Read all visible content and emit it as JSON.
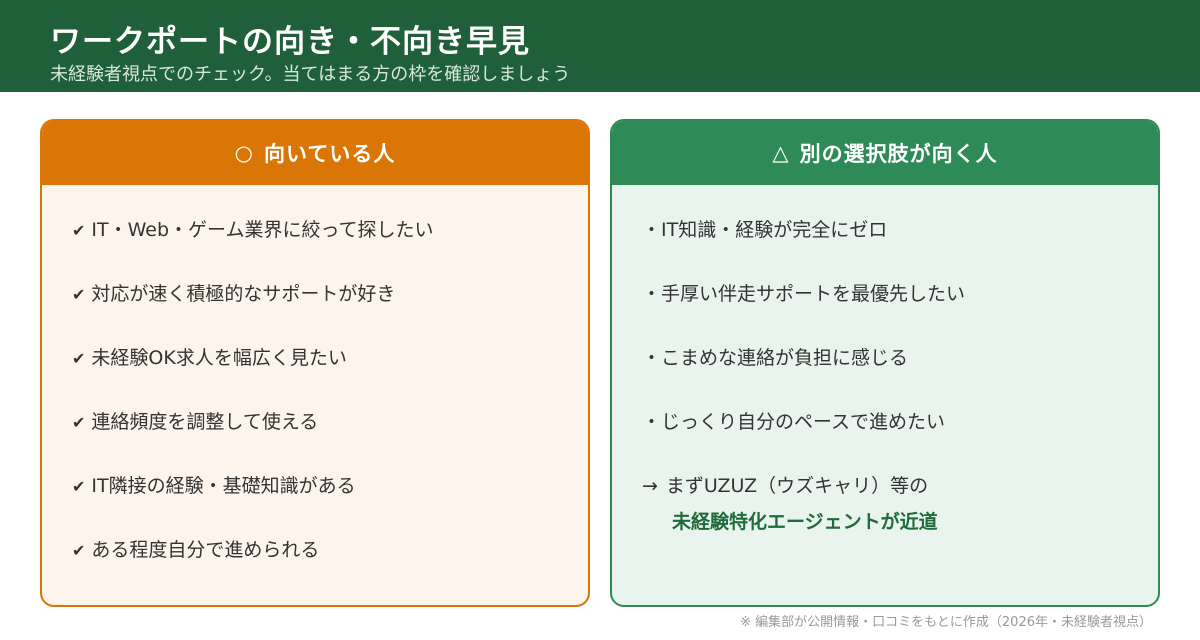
{
  "header": {
    "title": "ワークポートの向き・不向き早見",
    "subtitle": "未経験者視点でのチェック。当てはまる方の枠を確認しましょう"
  },
  "left_card": {
    "mark": "○",
    "title": "向いている人",
    "check_mark": "✔",
    "items": [
      "IT・Web・ゲーム業界に絞って探したい",
      "対応が速く積極的なサポートが好き",
      "未経験OK求人を幅広く見たい",
      "連絡頻度を調整して使える",
      "IT隣接の経験・基礎知識がある",
      "ある程度自分で進められる"
    ]
  },
  "right_card": {
    "mark": "△",
    "title": "別の選択肢が向く人",
    "items": [
      "・IT知識・経験が完全にゼロ",
      "・手厚い伴走サポートを最優先したい",
      "・こまめな連絡が負担に感じる",
      "・じっくり自分のペースで進めたい"
    ],
    "arrow": "→",
    "recommend_line": "まずUZUZ（ウズキャリ）等の",
    "recommend_highlight": "未経験特化エージェントが近道"
  },
  "footnote": "※ 編集部が公開情報・口コミをもとに作成（2026年・未経験者視点）",
  "colors": {
    "header": "#1f5f3a",
    "left_accent": "#d97606",
    "right_accent": "#2e8b57",
    "highlight_text": "#1f6b3a"
  }
}
